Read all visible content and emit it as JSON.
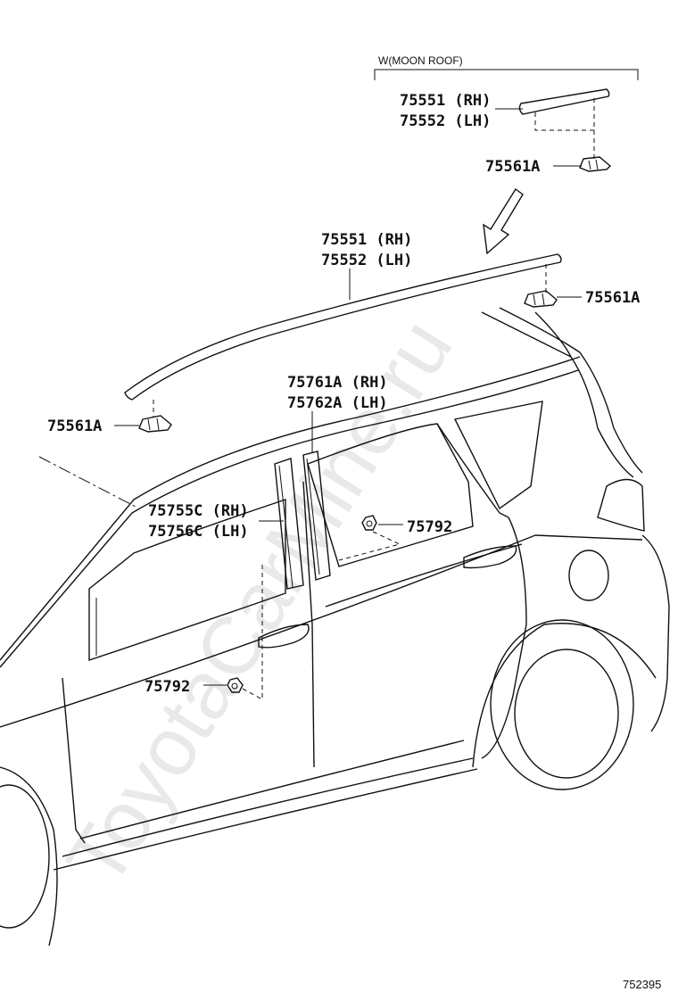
{
  "watermark": "ToyotaCarMine.ru",
  "figure_number": "752395",
  "moon_roof": {
    "caption": "W(MOON ROOF)",
    "part_rh": "75551 (RH)",
    "part_lh": "75552 (LH)",
    "clip": "75561A"
  },
  "roof_molding": {
    "part_rh": "75551 (RH)",
    "part_lh": "75552 (LH)",
    "clip_rear": "75561A",
    "clip_front": "75561A"
  },
  "rear_pillar": {
    "part_rh": "75761A (RH)",
    "part_lh": "75762A (LH)",
    "fastener": "75792"
  },
  "center_pillar": {
    "part_rh": "75755C (RH)",
    "part_lh": "75756C (LH)",
    "fastener": "75792"
  }
}
